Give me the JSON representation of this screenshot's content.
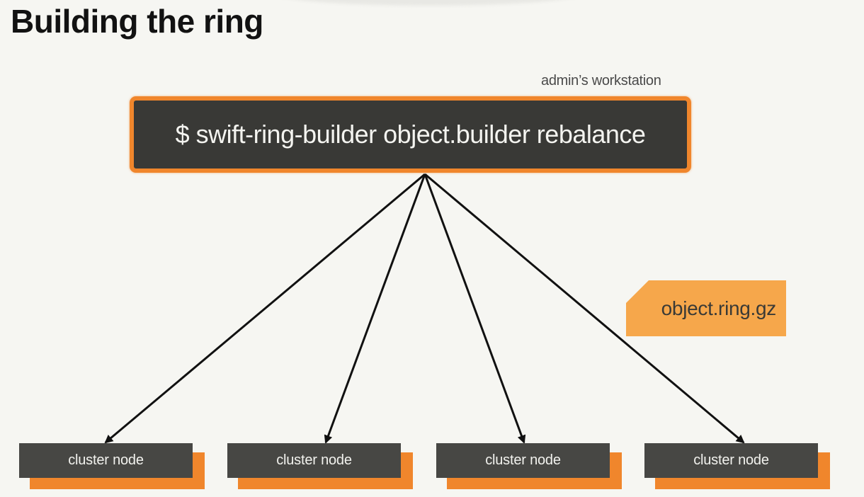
{
  "slide": {
    "title": "Building the ring"
  },
  "workstation": {
    "label": "admin’s workstation",
    "command": "$ swift-ring-builder object.builder rebalance"
  },
  "ring_file": {
    "label": "object.ring.gz"
  },
  "cluster_nodes": [
    {
      "label": "cluster node"
    },
    {
      "label": "cluster node"
    },
    {
      "label": "cluster node"
    },
    {
      "label": "cluster node"
    }
  ],
  "colors": {
    "background": "#f6f6f2",
    "box_dark": "#393936",
    "accent_orange": "#f0862c",
    "file_orange": "#f6a74b",
    "arrow": "#111111"
  }
}
